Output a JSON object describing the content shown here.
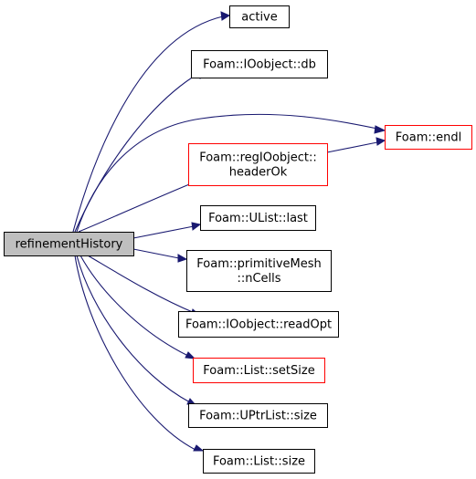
{
  "colors": {
    "edge": "#191970",
    "node_border_default": "#000000",
    "node_border_red": "#ff0000",
    "root_fill": "#bfbfbf",
    "node_fill": "#ffffff"
  },
  "root": {
    "id": "root",
    "lines": [
      "refinementHistory"
    ],
    "fill": "#bfbfbf",
    "border": "#000000"
  },
  "nodes": [
    {
      "id": "active",
      "lines": [
        "active"
      ],
      "border": "#000000",
      "interactable": true
    },
    {
      "id": "db",
      "lines": [
        "Foam::IOobject::db"
      ],
      "border": "#000000",
      "interactable": true
    },
    {
      "id": "endl",
      "lines": [
        "Foam::endl"
      ],
      "border": "#ff0000",
      "interactable": true
    },
    {
      "id": "headerOk",
      "lines": [
        "Foam::regIOobject::",
        "headerOk"
      ],
      "border": "#ff0000",
      "interactable": true
    },
    {
      "id": "last",
      "lines": [
        "Foam::UList::last"
      ],
      "border": "#000000",
      "interactable": true
    },
    {
      "id": "nCells",
      "lines": [
        "Foam::primitiveMesh",
        "::nCells"
      ],
      "border": "#000000",
      "interactable": true
    },
    {
      "id": "readOpt",
      "lines": [
        "Foam::IOobject::readOpt"
      ],
      "border": "#000000",
      "interactable": true
    },
    {
      "id": "setSize",
      "lines": [
        "Foam::List::setSize"
      ],
      "border": "#ff0000",
      "interactable": true
    },
    {
      "id": "uptrsize",
      "lines": [
        "Foam::UPtrList::size"
      ],
      "border": "#000000",
      "interactable": true
    },
    {
      "id": "listsize",
      "lines": [
        "Foam::List::size"
      ],
      "border": "#000000",
      "interactable": true
    }
  ],
  "edges": [
    {
      "from": "root",
      "to": "active"
    },
    {
      "from": "root",
      "to": "db"
    },
    {
      "from": "root",
      "to": "endl"
    },
    {
      "from": "root",
      "to": "headerOk"
    },
    {
      "from": "root",
      "to": "last"
    },
    {
      "from": "root",
      "to": "nCells"
    },
    {
      "from": "root",
      "to": "readOpt"
    },
    {
      "from": "root",
      "to": "setSize"
    },
    {
      "from": "root",
      "to": "uptrsize"
    },
    {
      "from": "root",
      "to": "listsize"
    },
    {
      "from": "headerOk",
      "to": "endl"
    }
  ]
}
